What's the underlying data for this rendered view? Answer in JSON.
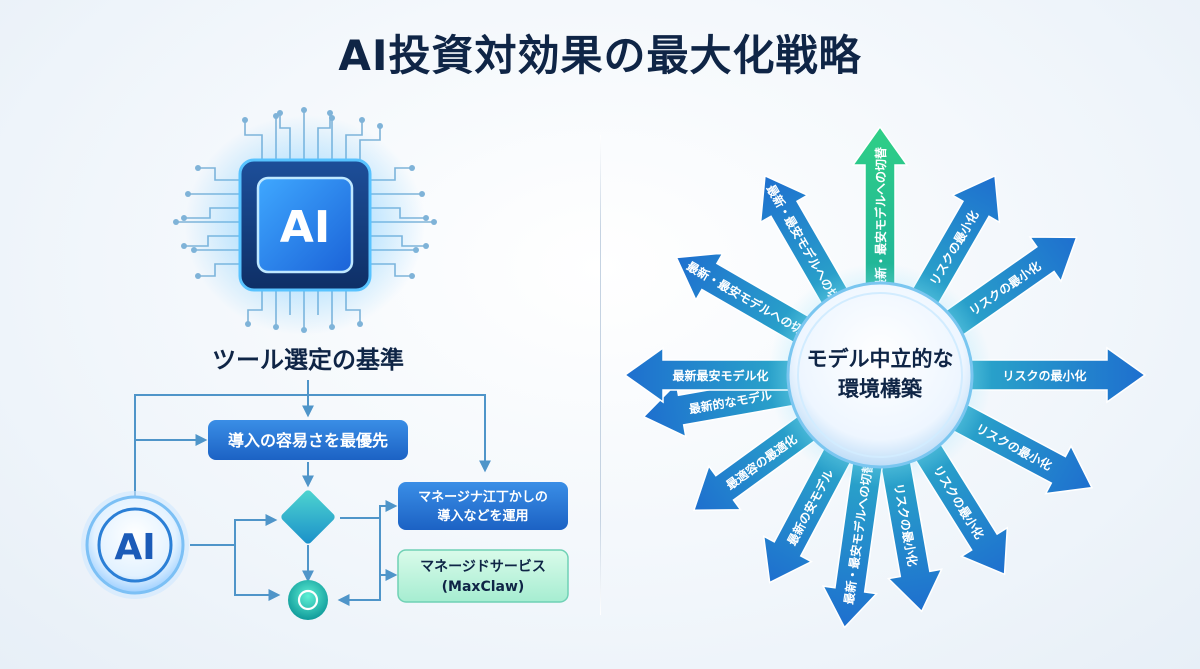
{
  "title": "AI投資対効果の最大化戦略",
  "colors": {
    "navy": "#0f2546",
    "blue": "#1d6fd1",
    "cyan": "#22b8e0",
    "teal": "#27c7a8"
  },
  "left": {
    "chip_label": "AI",
    "criteria_heading": "ツール選定の基準",
    "ease_box": "導入の容易さを最優先",
    "ai_circle_label": "AI",
    "option1_line1": "マネージナ江丁かしの",
    "option1_line2": "導入などを運用",
    "option2_line1": "マネージドサービス",
    "option2_line2": "(MaxClaw)"
  },
  "right": {
    "hub_line1": "モデル中立的な",
    "hub_line2": "環境構築",
    "arrows": [
      "最新・最安モデルへの切替",
      "リスクの最小化",
      "リスクの最小化",
      "リスクの最小化",
      "リスクの最小化",
      "リスクの最小化",
      "リスクの最小化",
      "最新・最安モデルへの切替",
      "最新の安モデル",
      "最適容の最適化",
      "最新的なモデル",
      "最新最安モデル化",
      "最新・最安モデルへの切替",
      "最新・最安モデルへの切替"
    ]
  }
}
